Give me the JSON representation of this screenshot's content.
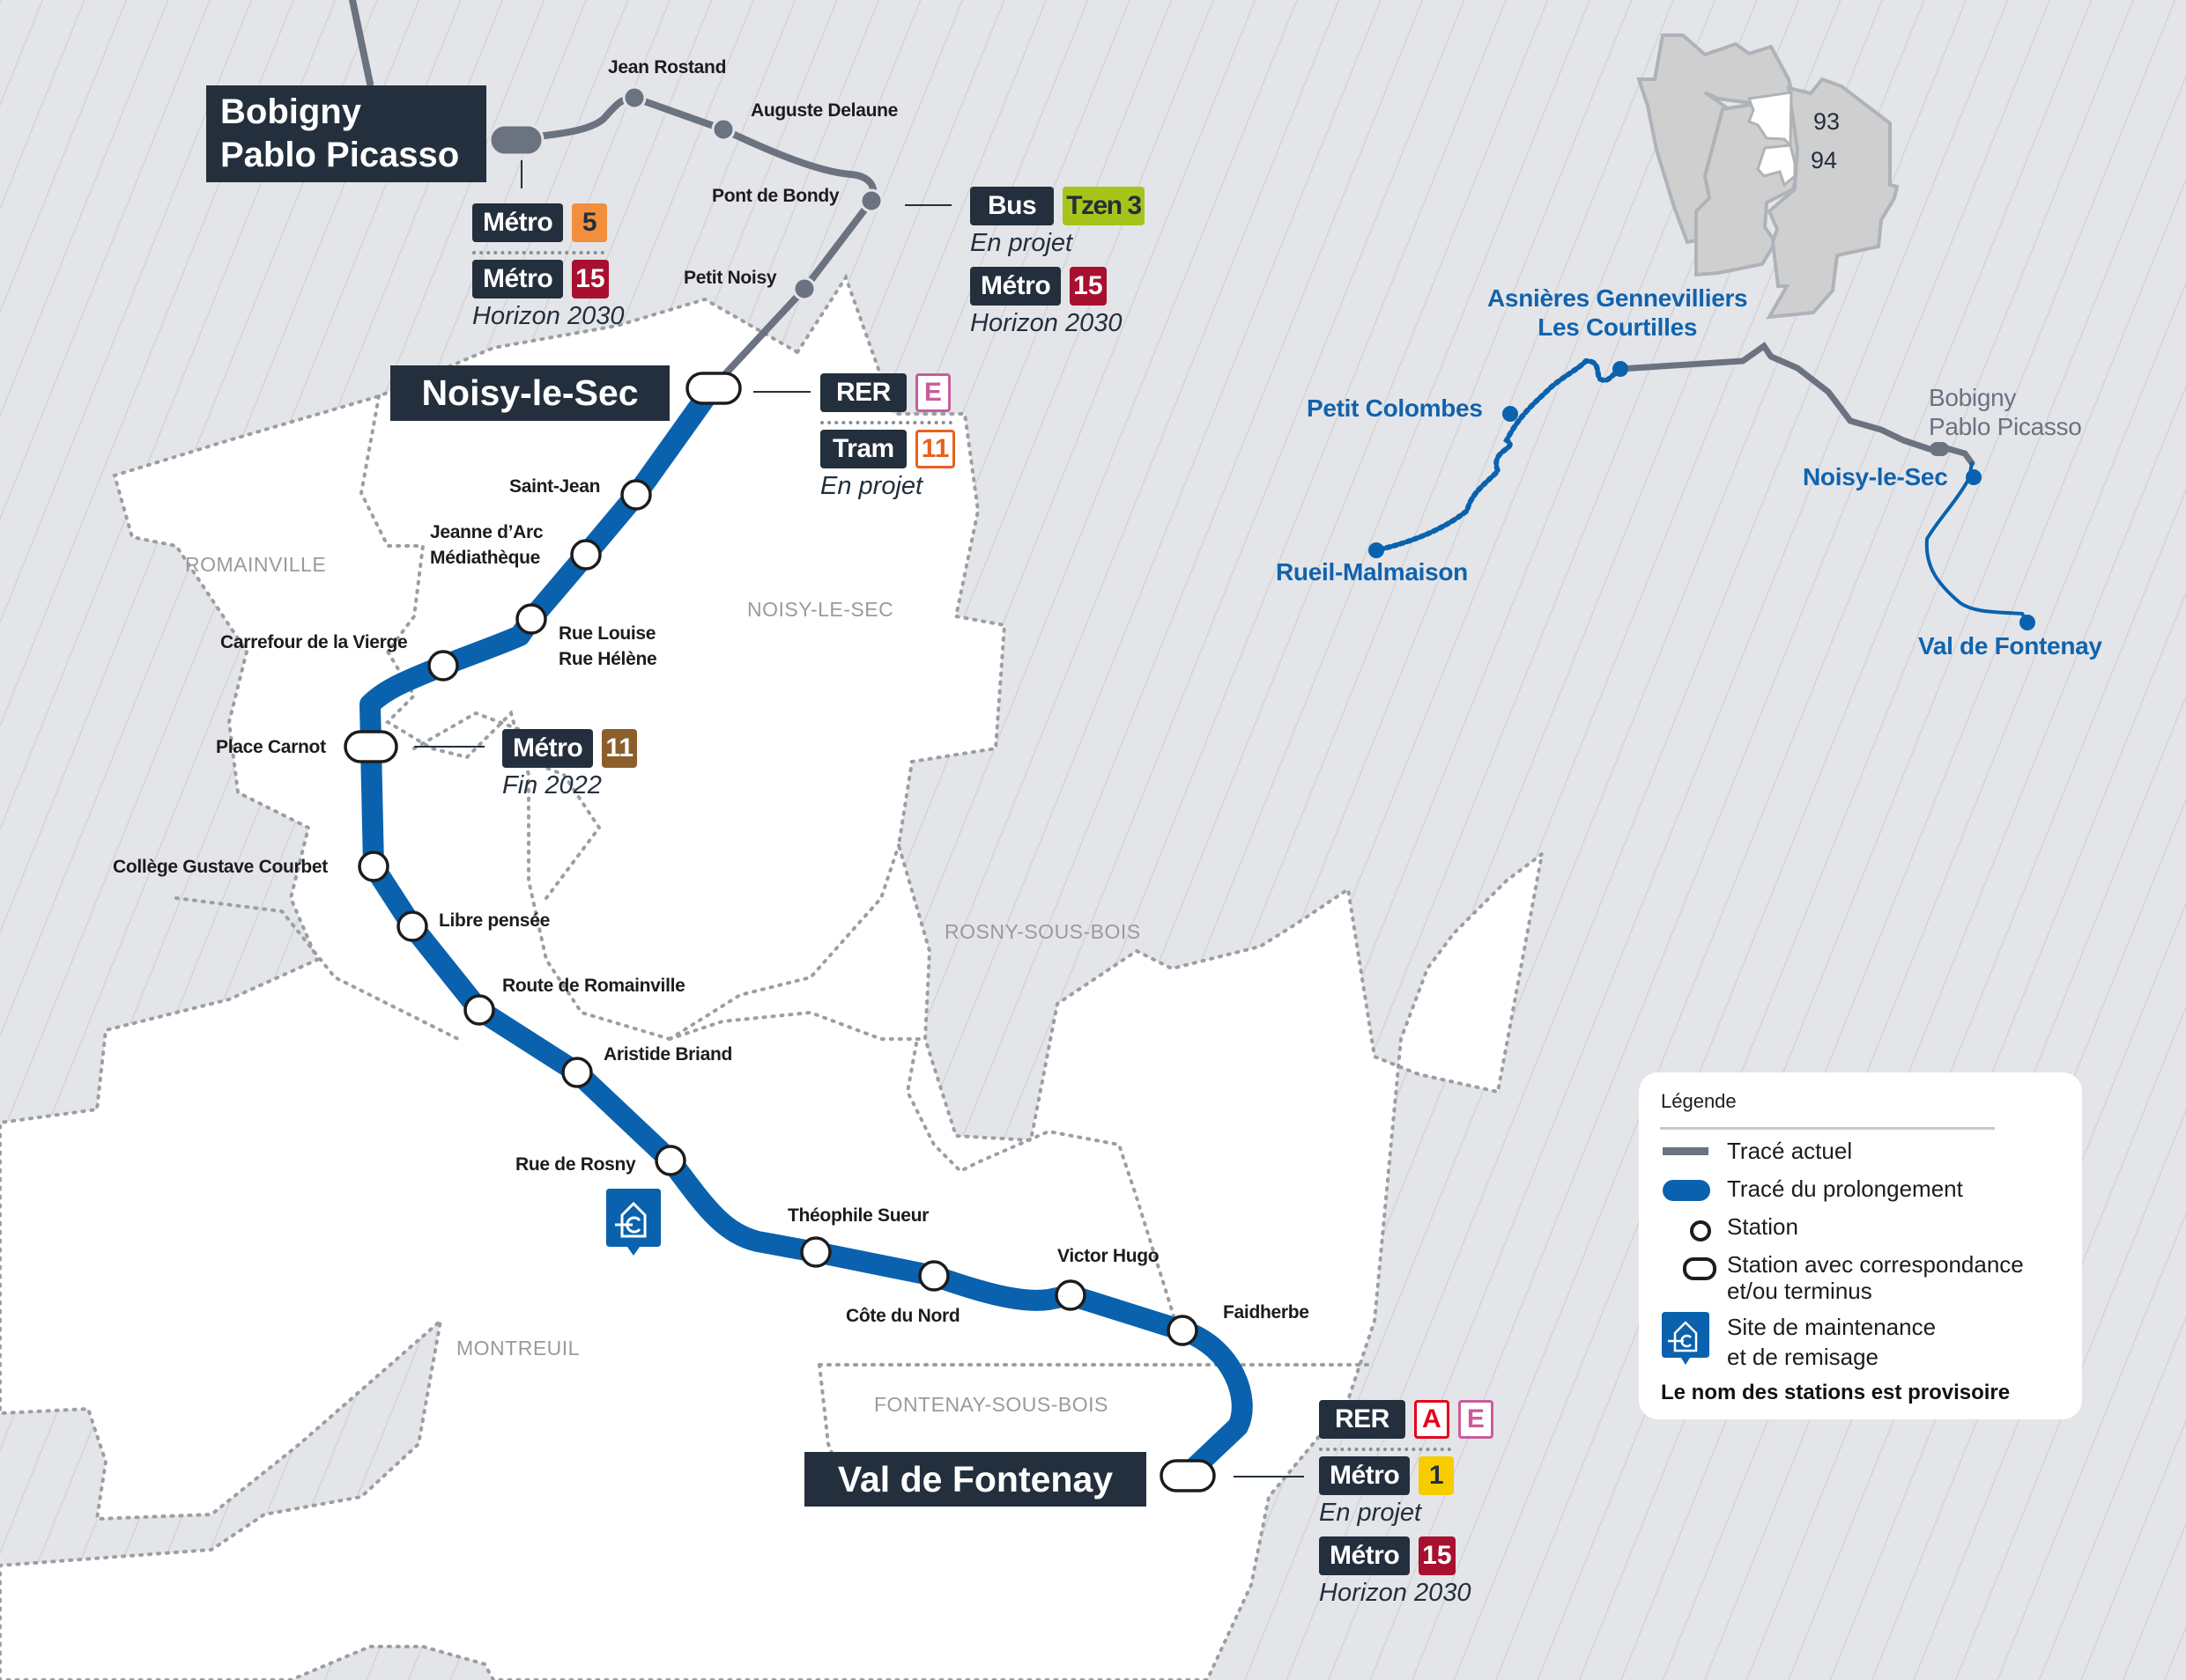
{
  "colors": {
    "background": "#e4e5e9",
    "communes_fill": "#ffffff",
    "line_current": "#6b7280",
    "line_extension": "#0a62ae",
    "label_box": "#232f3c",
    "metro5": "#f28e3c",
    "metro15": "#a8102f",
    "metro11": "#8b5e2b",
    "metro1": "#f7cd00",
    "rerA": "#e3051b",
    "rerE": "#c75d9b",
    "tram11": "#e5631c",
    "tzen3": "#a7c41a",
    "mini_map_text": "#1163ad"
  },
  "termini": {
    "bobigny": {
      "line1": "Bobigny",
      "line2": "Pablo Picasso"
    },
    "noisy": {
      "label": "Noisy-le-Sec"
    },
    "val": {
      "label": "Val de Fontenay"
    }
  },
  "stations": [
    {
      "name": "Jean Rostand"
    },
    {
      "name": "Auguste Delaune"
    },
    {
      "name": "Pont de Bondy"
    },
    {
      "name": "Petit Noisy"
    },
    {
      "name": "Saint-Jean"
    },
    {
      "name": "Jeanne d’Arc",
      "name2": "Médiathèque"
    },
    {
      "name": "Rue Louise",
      "name2": "Rue Hélène"
    },
    {
      "name": "Carrefour de la Vierge"
    },
    {
      "name": "Place Carnot"
    },
    {
      "name": "Collège Gustave Courbet"
    },
    {
      "name": "Libre pensée"
    },
    {
      "name": "Route de Romainville"
    },
    {
      "name": "Aristide Briand"
    },
    {
      "name": "Rue de Rosny"
    },
    {
      "name": "Théophile Sueur"
    },
    {
      "name": "Côte du Nord"
    },
    {
      "name": "Victor Hugo"
    },
    {
      "name": "Faidherbe"
    }
  ],
  "communes": [
    "ROMAINVILLE",
    "NOISY-LE-SEC",
    "ROSNY-SOUS-BOIS",
    "MONTREUIL",
    "FONTENAY-SOUS-BOIS"
  ],
  "connections": {
    "bobigny": [
      {
        "mode": "Métro",
        "line": "5"
      },
      {
        "mode": "Métro",
        "line": "15",
        "note": "Horizon 2030"
      }
    ],
    "pont_de_bondy": [
      {
        "mode": "Bus",
        "line": "Tzen 3",
        "note": "En projet"
      },
      {
        "mode": "Métro",
        "line": "15",
        "note": "Horizon 2030"
      }
    ],
    "noisy": [
      {
        "mode": "RER",
        "line": "E"
      },
      {
        "mode": "Tram",
        "line": "11",
        "note": "En projet"
      }
    ],
    "place_carnot": [
      {
        "mode": "Métro",
        "line": "11",
        "note": "Fin 2022"
      }
    ],
    "val": [
      {
        "mode": "RER",
        "line": "A",
        "line2": "E"
      },
      {
        "mode": "Métro",
        "line": "1",
        "note": "En projet"
      },
      {
        "mode": "Métro",
        "line": "15",
        "note": "Horizon 2030"
      }
    ]
  },
  "inset": {
    "departments": [
      "93",
      "94"
    ],
    "stations": {
      "asnieres1": "Asnières Gennevilliers",
      "asnieres2": "Les Courtilles",
      "petit_colombes": "Petit Colombes",
      "rueil": "Rueil-Malmaison",
      "bobigny1": "Bobigny",
      "bobigny2": "Pablo Picasso",
      "noisy": "Noisy-le-Sec",
      "val": "Val de Fontenay"
    }
  },
  "legend": {
    "title": "Légende",
    "items": [
      {
        "icon": "current-line",
        "label": "Tracé actuel"
      },
      {
        "icon": "extension-line",
        "label": "Tracé du prolongement"
      },
      {
        "icon": "station-circle",
        "label": "Station"
      },
      {
        "icon": "interchange-pill",
        "label": "Station avec correspondance",
        "label2": "et/ou terminus"
      },
      {
        "icon": "maintenance-site",
        "label": "Site de maintenance",
        "label2": "et de remisage"
      }
    ],
    "footnote": "Le nom des stations est provisoire"
  }
}
